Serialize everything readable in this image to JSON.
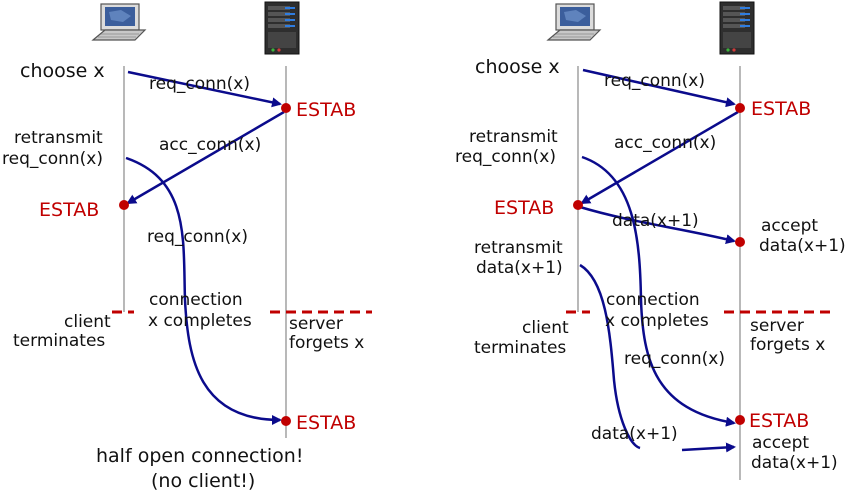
{
  "colors": {
    "arrow": "#0b0b8c",
    "red": "#c00000",
    "timeline": "#8a8a8a",
    "text": "#111111"
  },
  "left": {
    "choose": "choose x",
    "req_conn": "req_conn(x)",
    "estab_server": "ESTAB",
    "retransmit": "retransmit",
    "retransmit_req": "req_conn(x)",
    "acc_conn": "acc_conn(x)",
    "estab_client": "ESTAB",
    "req_conn_again": "req_conn(x)",
    "connection": "connection",
    "completes": "x completes",
    "client": "client",
    "terminates": "terminates",
    "server": "server",
    "forgets": "forgets x",
    "estab_server2": "ESTAB",
    "caption1": "half open connection!",
    "caption2": "(no client!)"
  },
  "right": {
    "choose": "choose x",
    "req_conn": "req_conn(x)",
    "estab_server": "ESTAB",
    "retransmit": "retransmit",
    "retransmit_req": "req_conn(x)",
    "acc_conn": "acc_conn(x)",
    "estab_client": "ESTAB",
    "data": "data(x+1)",
    "accept": "accept",
    "accept_data": "data(x+1)",
    "retransmit2": "retransmit",
    "retransmit_data": "data(x+1)",
    "connection": "connection",
    "completes": "x completes",
    "client": "client",
    "terminates": "terminates",
    "server": "server",
    "forgets": "forgets x",
    "req_conn_again": "req_conn(x)",
    "estab_server2": "ESTAB",
    "data_again": "data(x+1)",
    "accept2": "accept",
    "accept_data2": "data(x+1)"
  },
  "icons": {
    "client": "laptop-icon",
    "server": "server-tower-icon"
  }
}
